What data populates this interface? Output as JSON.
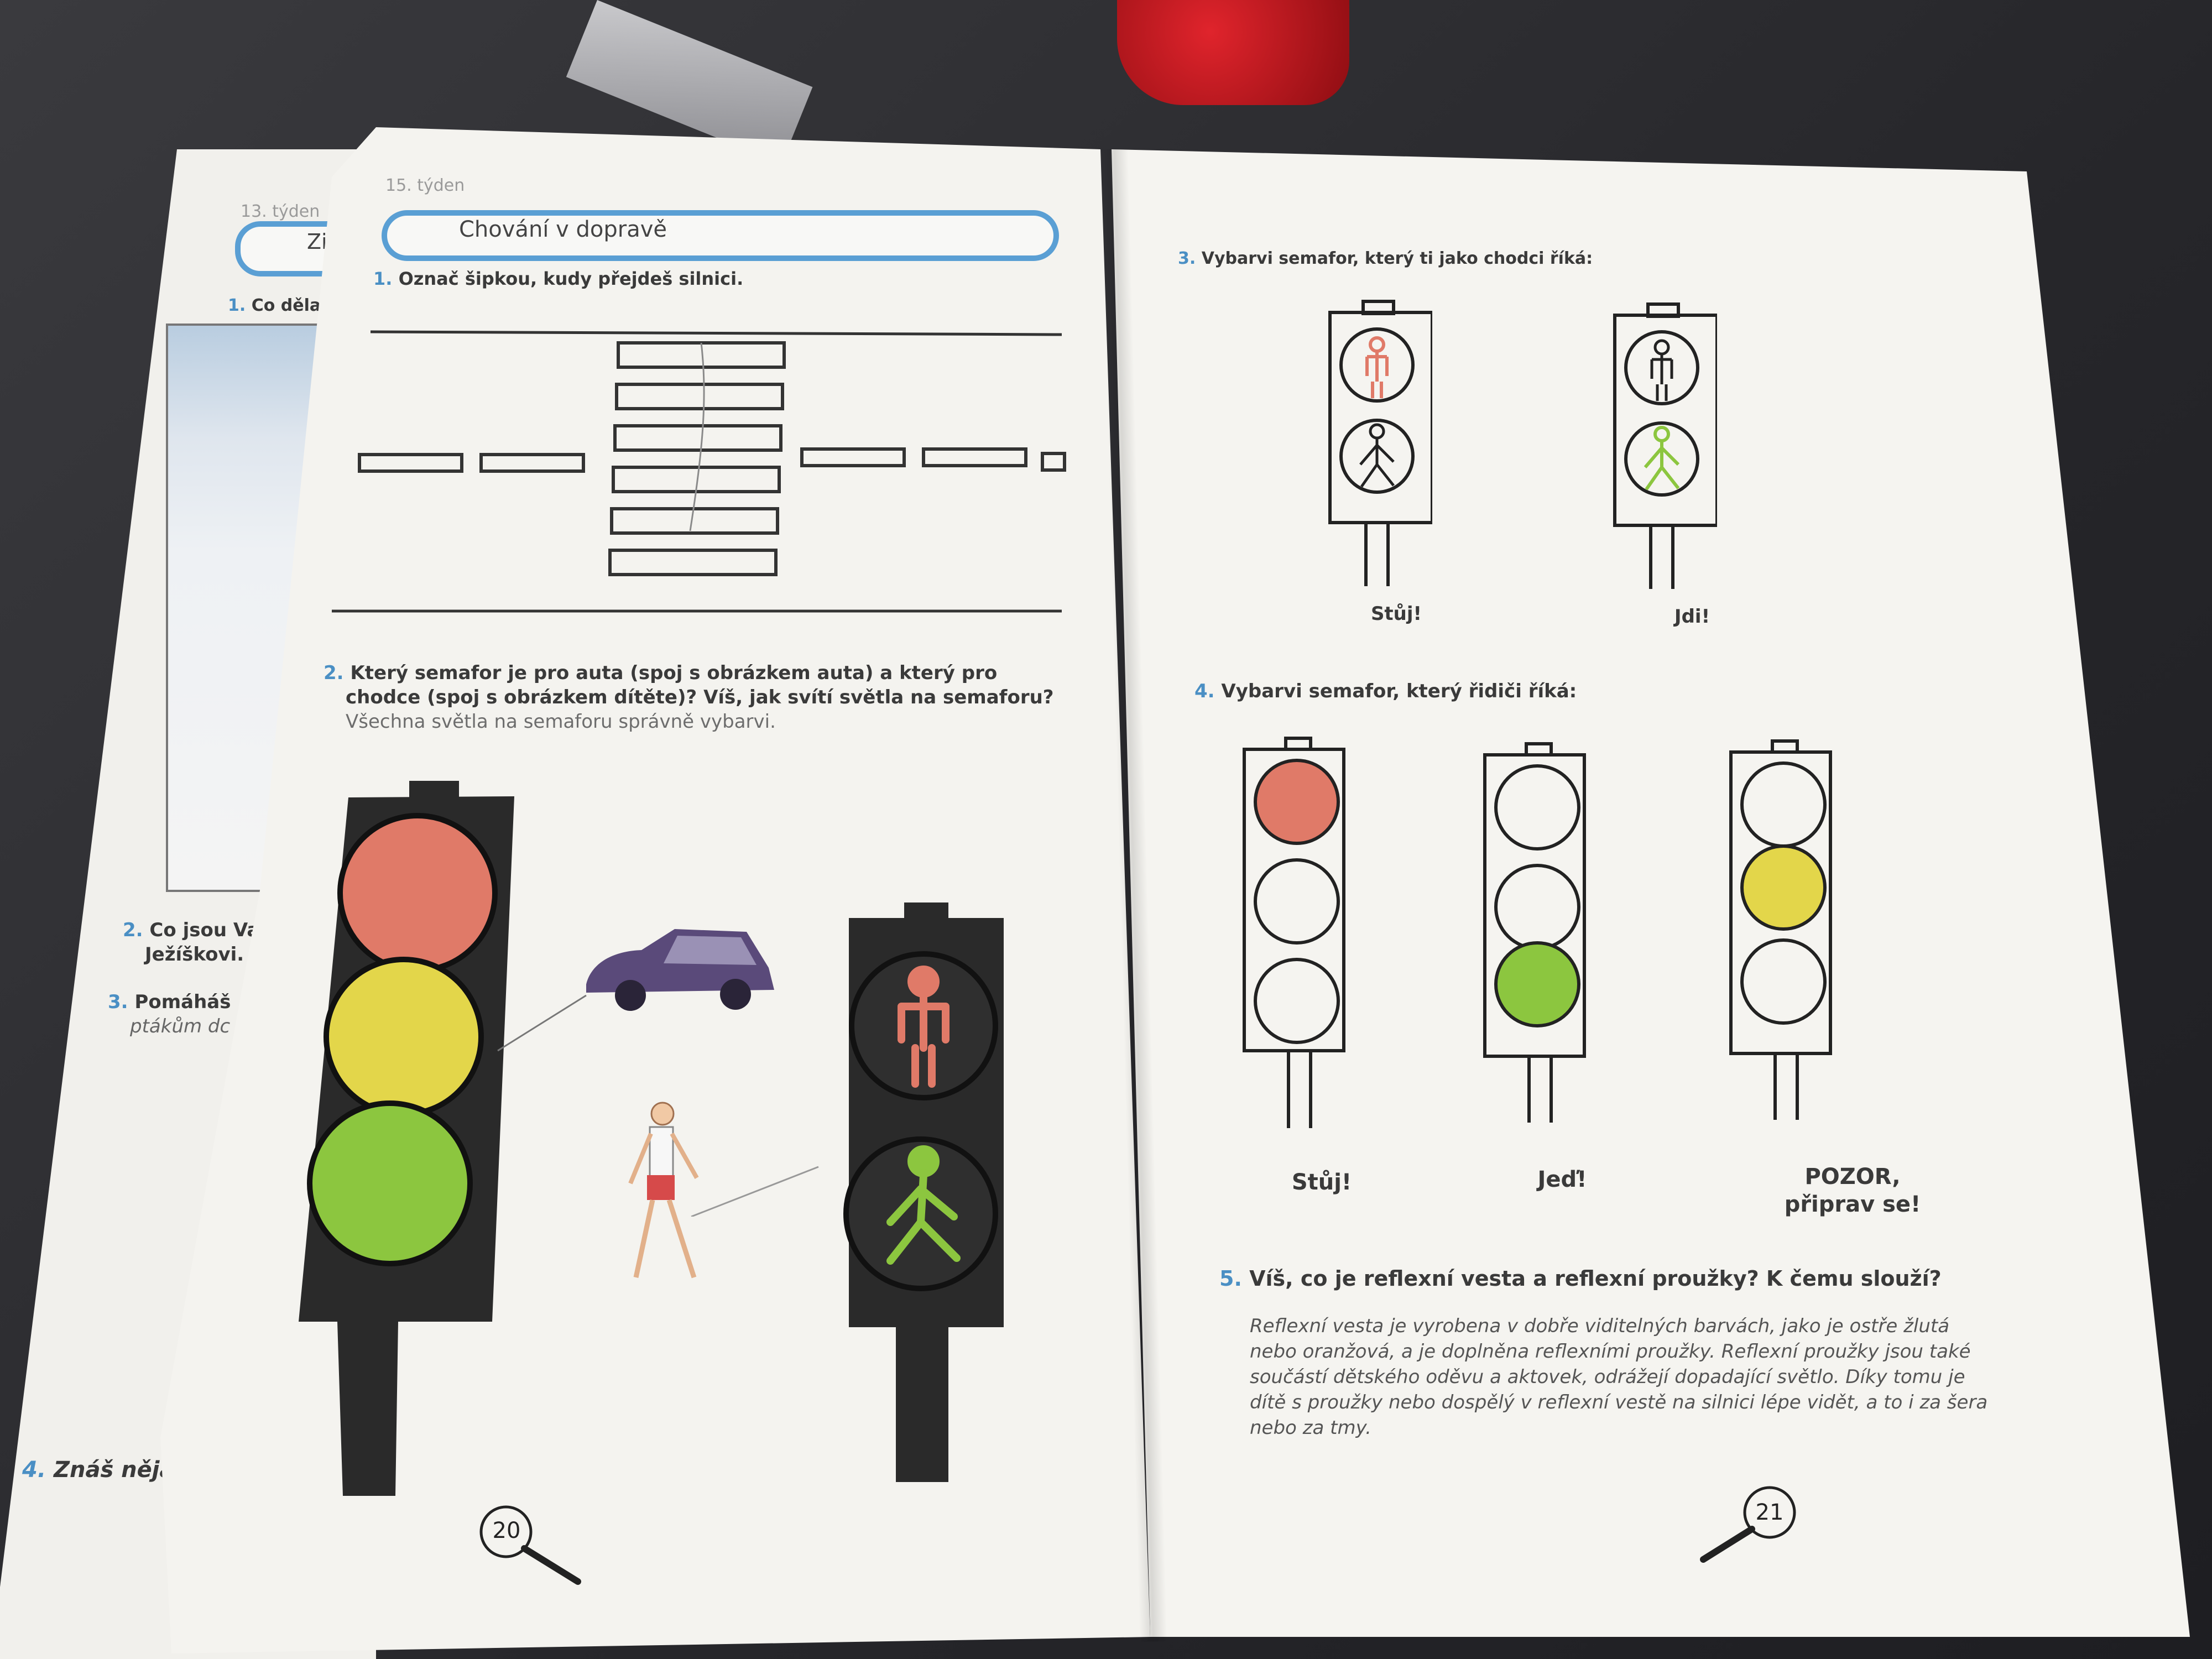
{
  "back_page": {
    "week": "13. týden",
    "title": "Zima",
    "q1": {
      "num": "1.",
      "text": "Co dělají li"
    },
    "q2": {
      "num": "2.",
      "line1": "Co jsou Va",
      "line2": "Ježíškovi."
    },
    "q3": {
      "num": "3.",
      "line1": "Pomáháš",
      "line2": "ptákům dc"
    },
    "q4": {
      "num": "4.",
      "text": "Znáš nějak"
    }
  },
  "left_page": {
    "week": "15. týden",
    "title": "Chování v dopravě",
    "q1": {
      "num": "1.",
      "text": "Označ šipkou, kudy přejdeš silnici."
    },
    "q2": {
      "num": "2.",
      "line1": "Který semafor je pro auta (spoj s obrázkem auta) a který pro",
      "line2": "chodce (spoj s obrázkem dítěte)? Víš, jak svítí světla na semaforu?",
      "line3": "Všechna světla na semaforu správně vybarvi."
    },
    "page_number": "20"
  },
  "right_page": {
    "q3": {
      "num": "3.",
      "text": "Vybarvi semafor, který ti jako chodci říká:"
    },
    "q3_labels": [
      "Stůj!",
      "Jdi!"
    ],
    "q4": {
      "num": "4.",
      "text": "Vybarvi semafor, který řidiči říká:"
    },
    "q4_labels": {
      "stop": "Stůj!",
      "go": "Jeď!",
      "ready_line1": "POZOR,",
      "ready_line2": "připrav se!"
    },
    "q5": {
      "num": "5.",
      "text": "Víš, co je reflexní vesta a reflexní proužky? K čemu slouží?",
      "answer": [
        "Reflexní vesta je vyrobena v dobře viditelných barvách, jako je ostře žlutá",
        "nebo oranžová, a je doplněna reflexními proužky. Reflexní proužky jsou také",
        "součástí dětského oděvu a aktovek, odrážejí dopadající světlo. Díky tomu je",
        "dítě s proužky nebo dospělý v reflexní vestě na silnici lépe vidět, a to i za šera",
        "nebo za tmy."
      ]
    },
    "page_number": "21"
  },
  "colors": {
    "accent_blue": "#5a9fd4",
    "crayon_red": "#e07a68",
    "crayon_yellow": "#e3d64a",
    "crayon_green": "#8cc63f",
    "crayon_black": "#2a2a2a",
    "car_purple": "#5a4a7a"
  }
}
